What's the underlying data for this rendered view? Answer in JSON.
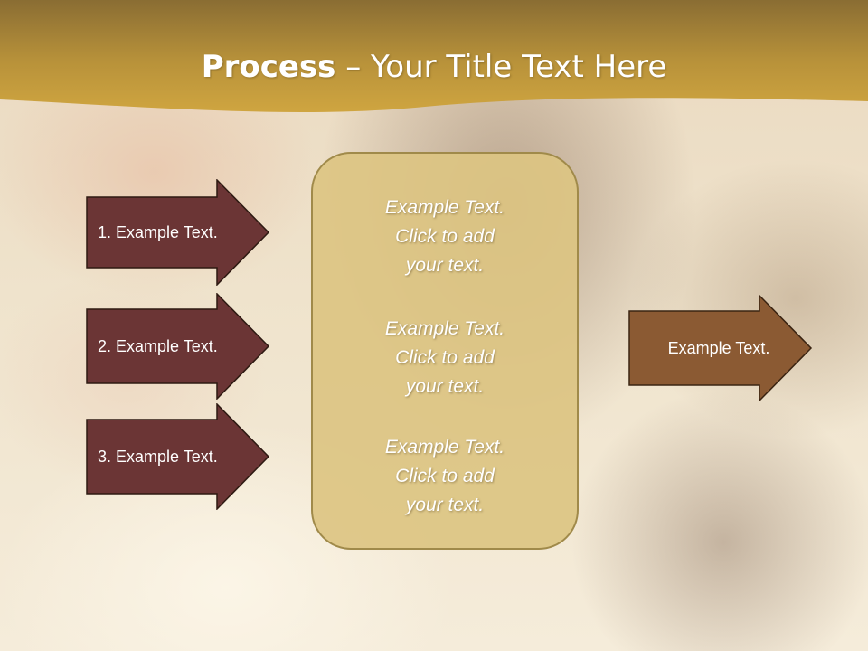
{
  "slide": {
    "title_bold": "Process",
    "title_rest": " – Your Title Text Here",
    "left_arrows": [
      {
        "label": "1. Example Text."
      },
      {
        "label": "2. Example Text."
      },
      {
        "label": "3. Example Text."
      }
    ],
    "center_blocks": [
      {
        "line1": "Example Text.",
        "line2": "Click  to add",
        "line3": "your text."
      },
      {
        "line1": "Example Text.",
        "line2": "Click  to add",
        "line3": "your text."
      },
      {
        "line1": "Example Text.",
        "line2": "Click  to add",
        "line3": "your text."
      }
    ],
    "right_arrow": {
      "label": "Example Text."
    }
  },
  "colors": {
    "header_gold": "#c9a13a",
    "left_arrow_fill": "#6b3535",
    "right_arrow_fill": "#8b5a33",
    "center_box_fill": "#dcc482"
  }
}
